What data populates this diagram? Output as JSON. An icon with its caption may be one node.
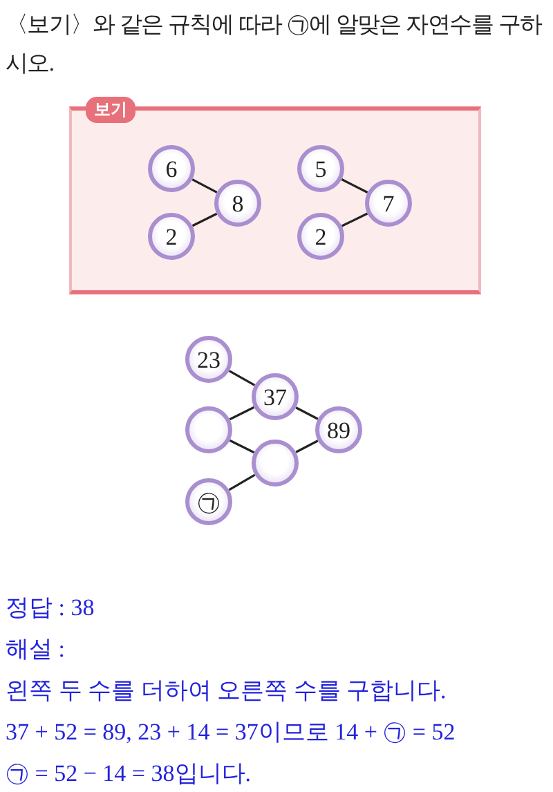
{
  "diagram": {
    "title": "〈보기〉와 같은 규칙에 따라 ㉠에 알맞은 자연수를 구하시오.",
    "nodes": [
      {
        "text": [
          "보기"
        ]
      },
      {
        "text": [
          "6"
        ],
        "in": 0
      },
      {
        "text": [
          "2"
        ],
        "in": 0
      },
      {
        "text": [
          "8"
        ],
        "in": 0
      },
      {
        "text": [
          "5"
        ],
        "in": 0
      },
      {
        "text": [
          "2"
        ],
        "in": 0
      },
      {
        "text": [
          "7"
        ],
        "in": 0
      },
      {
        "text": [
          "23"
        ]
      },
      {
        "text": [
          "37"
        ]
      },
      {
        "text": [],
        "shape": "circle"
      },
      {
        "text": [
          "89"
        ]
      },
      {
        "text": [],
        "shape": "circle"
      },
      {
        "text": [
          "㉠"
        ]
      }
    ],
    "edges": [
      {
        "from": 1,
        "to": 3,
        "arrow": "none"
      },
      {
        "from": 2,
        "to": 3,
        "arrow": "none"
      },
      {
        "from": 4,
        "to": 6,
        "arrow": "none"
      },
      {
        "from": 5,
        "to": 6,
        "arrow": "none"
      },
      {
        "from": 7,
        "to": 8,
        "arrow": "none"
      },
      {
        "from": 9,
        "to": 8,
        "arrow": "none"
      },
      {
        "from": 8,
        "to": 10,
        "arrow": "none"
      },
      {
        "from": 9,
        "to": 11,
        "arrow": "none"
      },
      {
        "from": 11,
        "to": 10,
        "arrow": "none"
      },
      {
        "from": 12,
        "to": 11,
        "arrow": "none"
      }
    ],
    "labels": [
      "정답 : 38",
      "해설 :",
      "왼쪽 두 수를 더하여 오른쪽 수를 구합니다.",
      "37 + 52 = 89,  23 + 14 = 37이므로 14 + ㉠ = 52",
      "㉠ = 52 − 14 = 38입니다."
    ]
  }
}
